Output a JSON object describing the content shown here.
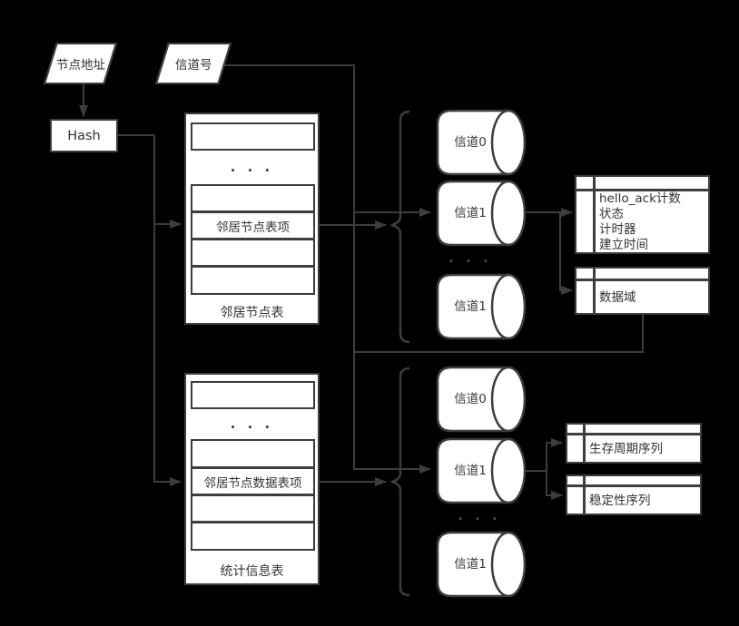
{
  "nodes": {
    "node_address": "节点地址",
    "channel_number": "信道号",
    "hash": "Hash"
  },
  "neighbor_table": {
    "caption": "邻居节点表",
    "entry": "邻居节点表项",
    "ellipsis": "· · ·"
  },
  "stats_table": {
    "caption": "统计信息表",
    "entry": "邻居节点数据表项",
    "ellipsis": "· · ·"
  },
  "top_channels": {
    "items": [
      "信道0",
      "信道1",
      "信道1"
    ],
    "ellipsis": "· · ·"
  },
  "bottom_channels": {
    "items": [
      "信道0",
      "信道1",
      "信道1"
    ],
    "ellipsis": "· · ·"
  },
  "neighbor_record": {
    "fields": [
      "hello_ack计数",
      "状态",
      "计时器",
      "建立时间"
    ]
  },
  "data_record": "数据域",
  "lifetime_record": "生存周期序列",
  "stability_record": "稳定性序列",
  "colors": {
    "background": "#000000",
    "stroke": "#3d3d3d",
    "shape_fill": "#ffffff",
    "text": "#333333"
  }
}
